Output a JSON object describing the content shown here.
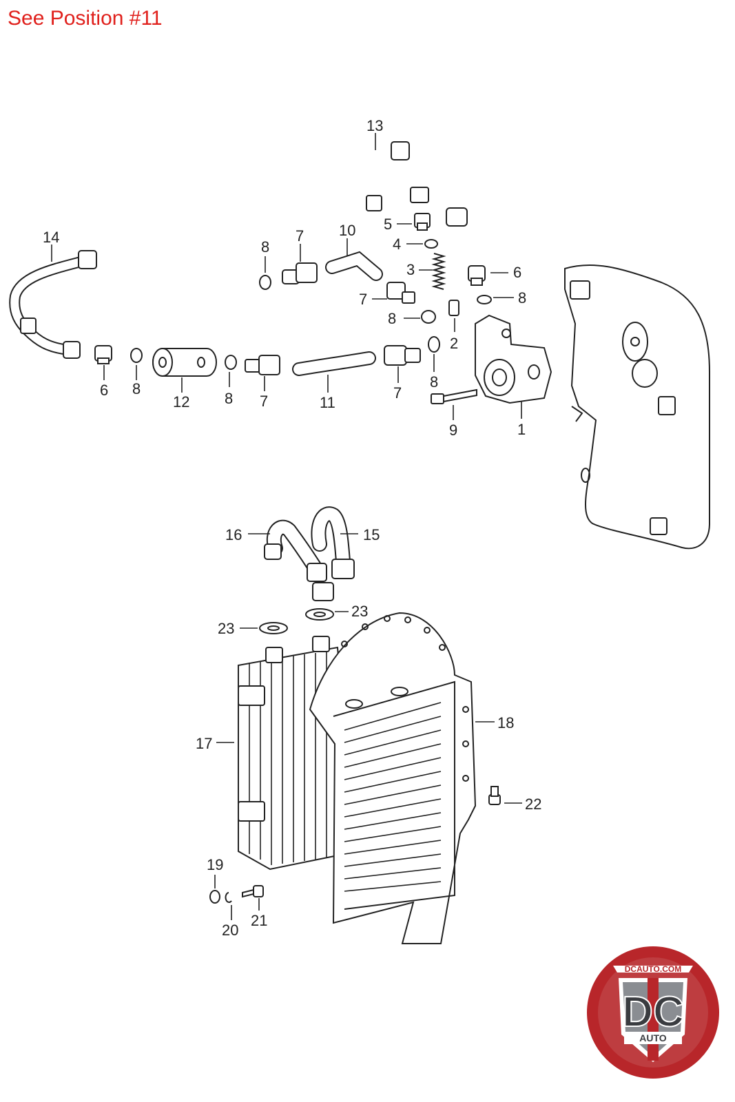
{
  "header": {
    "text": "See Position #11"
  },
  "callouts": {
    "c1": "1",
    "c2": "2",
    "c3": "3",
    "c4": "4",
    "c5": "5",
    "c6a": "6",
    "c6b": "6",
    "c7a": "7",
    "c7b": "7",
    "c7c": "7",
    "c7d": "7",
    "c8a": "8",
    "c8b": "8",
    "c8c": "8",
    "c8d": "8",
    "c8e": "8",
    "c8f": "8",
    "c9": "9",
    "c10": "10",
    "c11": "11",
    "c12": "12",
    "c13": "13",
    "c14": "14",
    "c15": "15",
    "c16": "16",
    "c17": "17",
    "c18": "18",
    "c19": "19",
    "c20": "20",
    "c21": "21",
    "c22": "22",
    "c23a": "23",
    "c23b": "23"
  },
  "logo": {
    "top_text": "DCAUTO.COM",
    "letters": "DC",
    "bottom_text": "AUTO",
    "colors": {
      "red": "#b8262a",
      "gray": "#8a8d92",
      "white": "#ffffff"
    }
  }
}
